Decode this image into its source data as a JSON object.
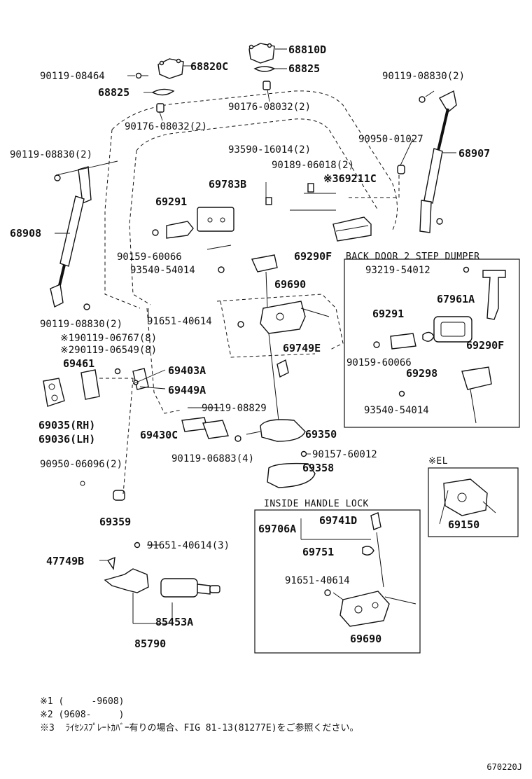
{
  "labels": {
    "p68810D": "68810D",
    "p68820C": "68820C",
    "p68825a": "68825",
    "p68825b": "68825",
    "p90119_08464": "90119-08464",
    "p90119_08830_tr": "90119-08830(2)",
    "p90176_08032_a": "90176-08032(2)",
    "p90176_08032_b": "90176-08032(2)",
    "p90950_01027": "90950-01027",
    "p68907": "68907",
    "p90119_08830_l": "90119-08830(2)",
    "p93590": "93590-16014(2)",
    "p90189": "90189-06018(2)",
    "p69211C": "※369211C",
    "p69783B": "69783B",
    "p69291a": "69291",
    "p68908": "68908",
    "p90159a": "90159-60066",
    "p69290Fa": "69290F",
    "p93540a": "93540-54014",
    "p69690a": "69690",
    "p90119_08830_bl": "90119-08830(2)",
    "p91651a": "91651-40614",
    "p90119_06767": "※190119-06767(8)",
    "p90119_06549": "※290119-06549(8)",
    "p69461": "69461",
    "p69403A": "69403A",
    "p69449A": "69449A",
    "p69035": "69035(RH)",
    "p69036": "69036(LH)",
    "p90119_08829": "90119-08829",
    "p69430C": "69430C",
    "p90119_06883": "90119-06883(4)",
    "p69350": "69350",
    "p90157": "90157-60012",
    "p69358": "69358",
    "p90950_06096": "90950-06096(2)",
    "p69359": "69359",
    "p69749E": "69749E",
    "p93219": "93219-54012",
    "p67961A": "67961A",
    "p69291b": "69291",
    "p90159b": "90159-60066",
    "p69298": "69298",
    "p69290Fb": "69290F",
    "p93540b": "93540-54014",
    "pEL": "※EL",
    "p69150": "69150",
    "p69706A": "69706A",
    "p69741D": "69741D",
    "p69751": "69751",
    "p91651b": "91651-40614",
    "p69690b": "69690",
    "p91651c": "91651-40614(3)",
    "p47749B": "47749B",
    "p85453A": "85453A",
    "p85790": "85790"
  },
  "sections": {
    "back_door_dumper": "BACK DOOR 2 STEP DUMPER",
    "inside_handle_lock": "INSIDE HANDLE LOCK"
  },
  "notes": [
    "※1 (     -9608)",
    "※2 (9608-     )",
    "※3  ﾗｲｾﾝｽﾌﾟﾚｰﾄｶﾊﾞｰ有りの場合、FIG 81-13(81277E)をご参照ください。"
  ],
  "catalog_code": "670220J"
}
